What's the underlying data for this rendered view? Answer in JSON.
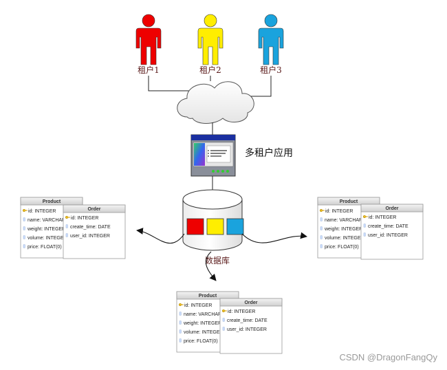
{
  "tenants": [
    {
      "label": "租户1",
      "color": "#ee0000"
    },
    {
      "label": "租户2",
      "color": "#ffee00"
    },
    {
      "label": "租户3",
      "color": "#1aa3dd"
    }
  ],
  "app": {
    "label": "多租户应用"
  },
  "database": {
    "label": "数据库",
    "partition_colors": [
      "#ee0000",
      "#ffee00",
      "#1aa3dd"
    ]
  },
  "tables": {
    "product": {
      "title": "Product",
      "fields": [
        "id: INTEGER",
        "name: VARCHAR",
        "weight: INTEGER",
        "volume: INTEGER",
        "price: FLOAT(0)"
      ]
    },
    "order": {
      "title": "Order",
      "fields": [
        "id: INTEGER",
        "create_time: DATE",
        "user_id: INTEGER"
      ]
    }
  },
  "watermark": "CSDN @DragonFangQy"
}
